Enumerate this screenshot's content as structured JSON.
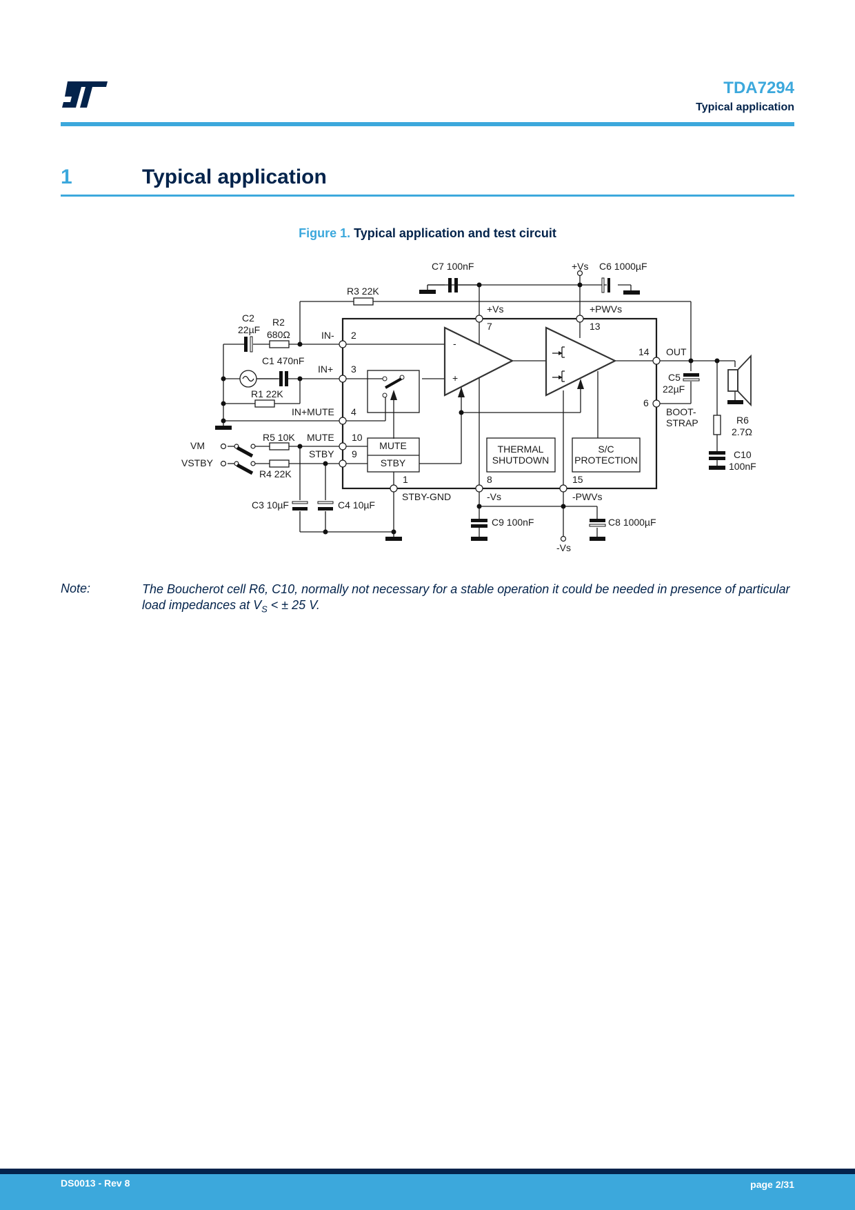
{
  "header": {
    "logo": "st-logo-icon",
    "doc_title": "TDA7294",
    "section_name": "Typical application"
  },
  "section": {
    "number": "1",
    "title": "Typical application"
  },
  "figure": {
    "number": "Figure 1.",
    "title": "Typical application and test circuit",
    "components": {
      "C7": "C7 100nF",
      "C6": "C6 1000µF",
      "vs_top": "+Vs",
      "R3": "R3 22K",
      "C2_name": "C2",
      "C2_value": "22µF",
      "R2_name": "R2",
      "R2_value": "680Ω",
      "C1": "C1 470nF",
      "R1": "R1 22K",
      "R5": "R5 10K",
      "R4": "R4 22K",
      "C3": "C3 10µF",
      "C4": "C4 10µF",
      "C9": "C9 100nF",
      "C8": "C8 1000µF",
      "vs_bottom": "-Vs",
      "C5_name": "C5",
      "C5_value": "22µF",
      "R6_name": "R6",
      "R6_value": "2.7Ω",
      "C10_name": "C10",
      "C10_value": "100nF",
      "VM": "VM",
      "VSTBY": "VSTBY"
    },
    "pins": {
      "in_minus": "IN-",
      "in_plus": "IN+",
      "in_plus_mute": "IN+MUTE",
      "mute": "MUTE",
      "stby": "STBY",
      "p2": "2",
      "p3": "3",
      "p4": "4",
      "p10": "10",
      "p9": "9",
      "p1": "1",
      "stby_gnd": "STBY-GND",
      "p7": "7",
      "vs_plus": "+Vs",
      "p13": "13",
      "pwvs_plus": "+PWVs",
      "p14": "14",
      "out": "OUT",
      "p6": "6",
      "bootstrap_1": "BOOT-",
      "bootstrap_2": "STRAP",
      "p8": "8",
      "vs_minus": "-Vs",
      "p15": "15",
      "pwvs_minus": "-PWVs"
    },
    "blocks": {
      "mute_block": "MUTE",
      "stby_block": "STBY",
      "thermal_1": "THERMAL",
      "thermal_2": "SHUTDOWN",
      "sc_1": "S/C",
      "sc_2": "PROTECTION",
      "opamp_minus": "-",
      "opamp_plus": "+"
    }
  },
  "note": {
    "label": "Note:",
    "text_before": "The Boucherot cell R6, C10, normally not necessary for a stable operation it could be needed in presence of particular load impedances at V",
    "subscript": "S",
    "text_after": " < ± 25 V."
  },
  "footer": {
    "doc_id": "DS0013 - Rev 8",
    "page": "page 2/31"
  }
}
